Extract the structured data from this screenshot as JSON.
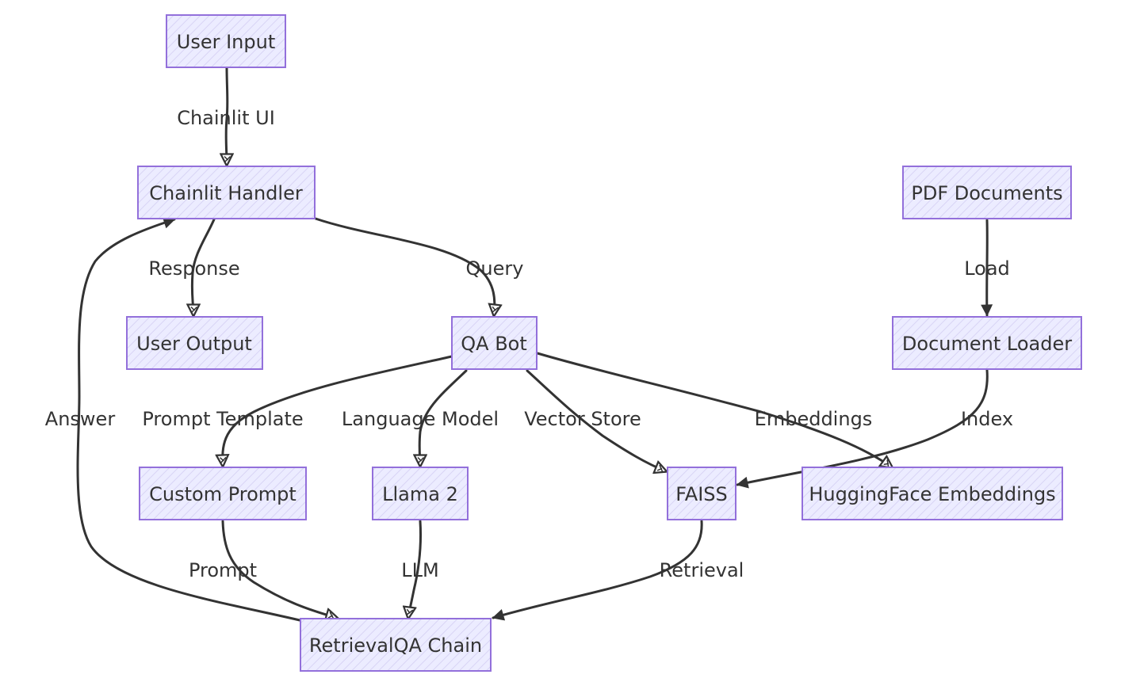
{
  "colors": {
    "node_fill": "#ECECFF",
    "node_stroke": "#9370DB",
    "edge_stroke": "#333333",
    "text": "#333333"
  },
  "nodes": {
    "user_input": "User Input",
    "chainlit_handler": "Chainlit Handler",
    "pdf_documents": "PDF Documents",
    "user_output": "User Output",
    "qa_bot": "QA Bot",
    "document_loader": "Document Loader",
    "custom_prompt": "Custom Prompt",
    "llama2": "Llama 2",
    "faiss": "FAISS",
    "huggingface_embeddings": "HuggingFace Embeddings",
    "retrievalqa_chain": "RetrievalQA Chain"
  },
  "edges": {
    "chainlit_ui": "Chainlit UI",
    "response": "Response",
    "query": "Query",
    "load": "Load",
    "answer": "Answer",
    "prompt_template": "Prompt Template",
    "language_model": "Language Model",
    "vector_store": "Vector Store",
    "embeddings": "Embeddings",
    "index": "Index",
    "prompt": "Prompt",
    "llm": "LLM",
    "retrieval": "Retrieval"
  }
}
